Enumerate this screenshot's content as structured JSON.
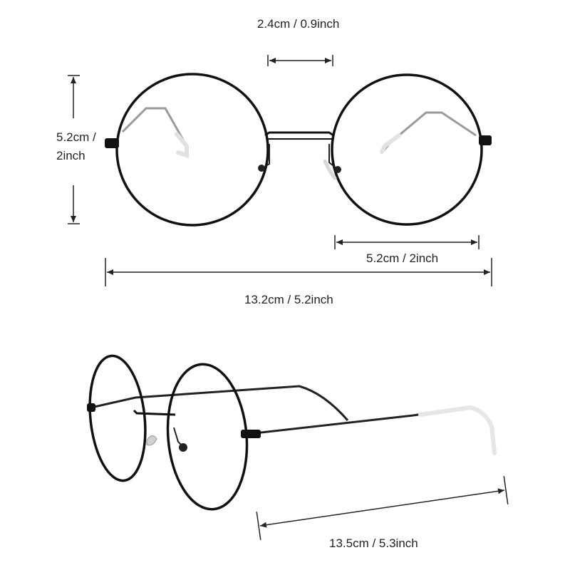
{
  "labels": {
    "bridge_width": "2.4cm / 0.9inch",
    "lens_height_line1": "5.2cm /",
    "lens_height_line2": "2inch",
    "lens_width": "5.2cm / 2inch",
    "frame_width": "13.2cm / 5.2inch",
    "temple_length": "13.5cm / 5.3inch"
  },
  "colors": {
    "frame": "#111111",
    "dimension_line": "#222222",
    "temple_tip": "#e6e6e6"
  }
}
